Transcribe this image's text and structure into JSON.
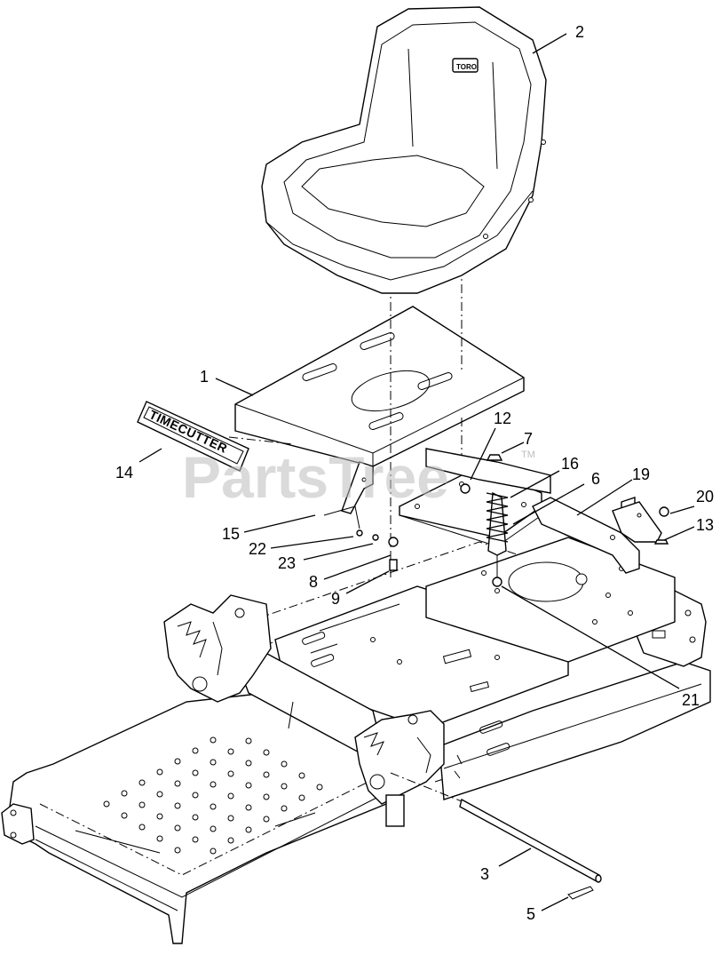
{
  "watermark": "PartsTree",
  "trademark": "TM",
  "seat_logo": "TORO",
  "decal_text": "TIMECUTTER",
  "callouts": [
    {
      "id": "c1",
      "label": "1"
    },
    {
      "id": "c2",
      "label": "2"
    },
    {
      "id": "c3",
      "label": "3"
    },
    {
      "id": "c5",
      "label": "5"
    },
    {
      "id": "c6",
      "label": "6"
    },
    {
      "id": "c7",
      "label": "7"
    },
    {
      "id": "c8",
      "label": "8"
    },
    {
      "id": "c9",
      "label": "9"
    },
    {
      "id": "c12",
      "label": "12"
    },
    {
      "id": "c13",
      "label": "13"
    },
    {
      "id": "c14",
      "label": "14"
    },
    {
      "id": "c15",
      "label": "15"
    },
    {
      "id": "c16",
      "label": "16"
    },
    {
      "id": "c19",
      "label": "19"
    },
    {
      "id": "c20",
      "label": "20"
    },
    {
      "id": "c21",
      "label": "21"
    },
    {
      "id": "c22",
      "label": "22"
    },
    {
      "id": "c23",
      "label": "23"
    }
  ]
}
